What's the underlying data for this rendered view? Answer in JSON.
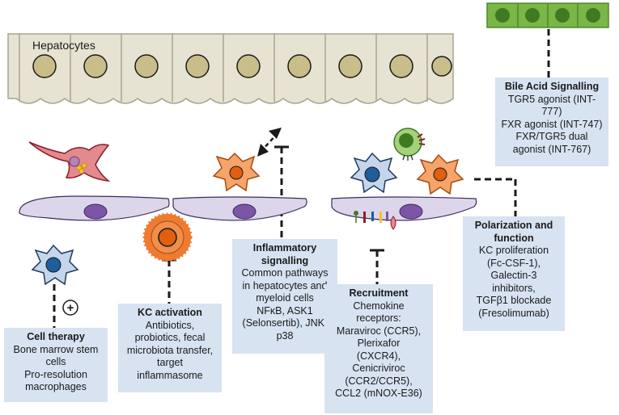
{
  "hepatocytes_label": "Hepatocytes",
  "colors": {
    "hepatocyte_fill": "#e6e3d2",
    "hepatocyte_stroke": "#a9a48f",
    "nucleus_fill": "#c9be8a",
    "box_fill": "#d7e3f1",
    "endothelial_fill": "#ddd5ea",
    "endothelial_nucleus": "#7c55a6",
    "macrophage_blue": "#1f5d9c",
    "macrophage_orange": "#ee7b30",
    "epithelium_green": "#7ab648"
  },
  "boxes": {
    "bile_acid": {
      "title": "Bile Acid Signalling",
      "lines": [
        "TGR5 agonist (INT-",
        "777)",
        "FXR agonist (INT-747)",
        "FXR/TGR5 dual",
        "agonist (INT-767)"
      ]
    },
    "polarization": {
      "title_lines": [
        "Polarization and",
        "function"
      ],
      "lines": [
        "KC proliferation",
        "(Fc-CSF-1),",
        "Galectin-3",
        "inhibitors,",
        "TGFβ1 blockade",
        "(Fresolimumab)"
      ]
    },
    "inflammatory": {
      "title_lines": [
        "Inflammatory",
        "signalling"
      ],
      "lines": [
        "Common pathways",
        "in hepatocytes and",
        "myeloid cells",
        "NFκB, ASK1",
        "(Selonsertib), JNK,",
        "p38"
      ]
    },
    "recruitment": {
      "title": "Recruitment",
      "lines": [
        "Chemokine",
        "receptors:",
        "Maraviroc (CCR5),",
        "Plerixafor",
        "(CXCR4),",
        "Cenicriviroc",
        "(CCR2/CCR5),",
        "CCL2 (mNOX-E36)"
      ]
    },
    "kc_activation": {
      "title": "KC activation",
      "lines": [
        "Antibiotics,",
        "probiotics, fecal",
        "microbiota transfer,",
        "target",
        "inflammasome"
      ]
    },
    "cell_therapy": {
      "title": "Cell therapy",
      "lines": [
        "Bone marrow stem",
        "cells",
        "Pro-resolution",
        "macrophages"
      ]
    }
  },
  "plus_symbol": "+"
}
